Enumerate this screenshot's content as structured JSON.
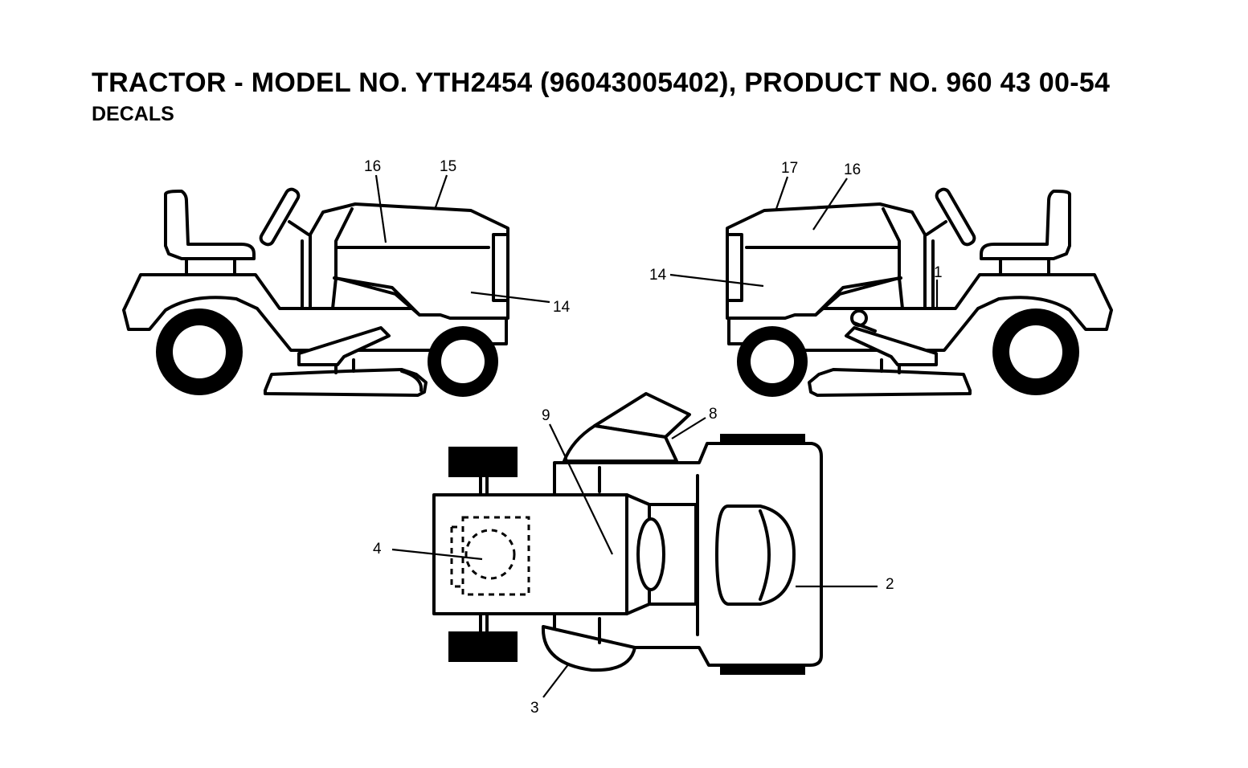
{
  "header": {
    "title": "TRACTOR - MODEL NO. YTH2454 (96043005402), PRODUCT NO. 960 43 00-54",
    "subtitle": "DECALS"
  },
  "callouts": {
    "left_view": {
      "c16": "16",
      "c15": "15",
      "c14": "14"
    },
    "right_view": {
      "c17": "17",
      "c16": "16",
      "c14": "14",
      "c1": "1"
    },
    "top_view": {
      "c9": "9",
      "c8": "8",
      "c4": "4",
      "c2": "2",
      "c3": "3"
    }
  }
}
